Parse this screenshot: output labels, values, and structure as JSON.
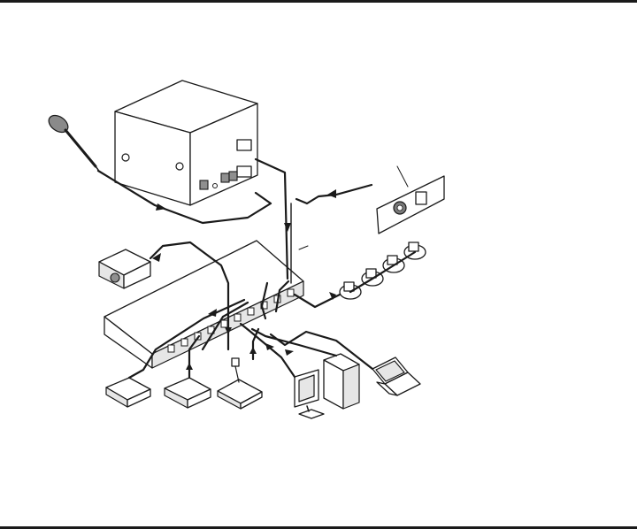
{
  "diagram": {
    "components": [
      {
        "id": "power-supply",
        "icon": "power-supply-box-icon"
      },
      {
        "id": "microphone",
        "icon": "microphone-icon"
      },
      {
        "id": "wall-plate",
        "icon": "wall-plate-icon"
      },
      {
        "id": "projector",
        "icon": "projector-icon"
      },
      {
        "id": "ceiling-speakers",
        "icon": "ceiling-speaker-icon",
        "count": 4
      },
      {
        "id": "switcher",
        "icon": "rack-switcher-icon"
      },
      {
        "id": "dvd-player-1",
        "icon": "dvd-player-icon"
      },
      {
        "id": "dvd-player-2",
        "icon": "dvd-player-icon"
      },
      {
        "id": "control-panel",
        "icon": "control-panel-icon"
      },
      {
        "id": "desktop-computer",
        "icon": "desktop-computer-icon"
      },
      {
        "id": "laptop",
        "icon": "laptop-icon"
      }
    ],
    "colors": {
      "line": "#1a1a1a",
      "panel": "#ffffff",
      "shade": "#e6e6e6"
    }
  }
}
